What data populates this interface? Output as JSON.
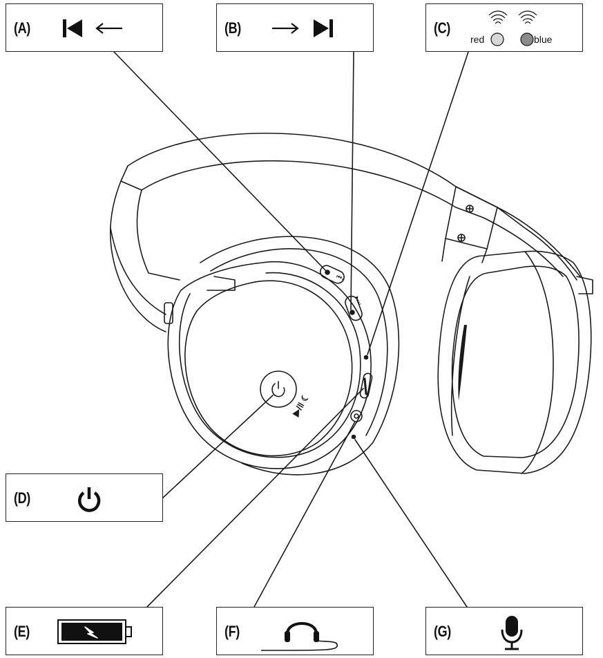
{
  "callouts": {
    "a": {
      "label": "(A)",
      "icon": "previous-track-icon"
    },
    "b": {
      "label": "(B)",
      "icon": "next-track-icon"
    },
    "c": {
      "label": "(C)",
      "icon": "led-indicator-icon",
      "led_left": "red",
      "led_right": "blue",
      "colors": {
        "red_led": "#d8d8d8",
        "blue_led": "#8a8a8a"
      }
    },
    "d": {
      "label": "(D)",
      "icon": "power-icon"
    },
    "e": {
      "label": "(E)",
      "icon": "battery-charging-icon"
    },
    "f": {
      "label": "(F)",
      "icon": "headphone-cable-icon"
    },
    "g": {
      "label": "(G)",
      "icon": "microphone-icon"
    }
  }
}
